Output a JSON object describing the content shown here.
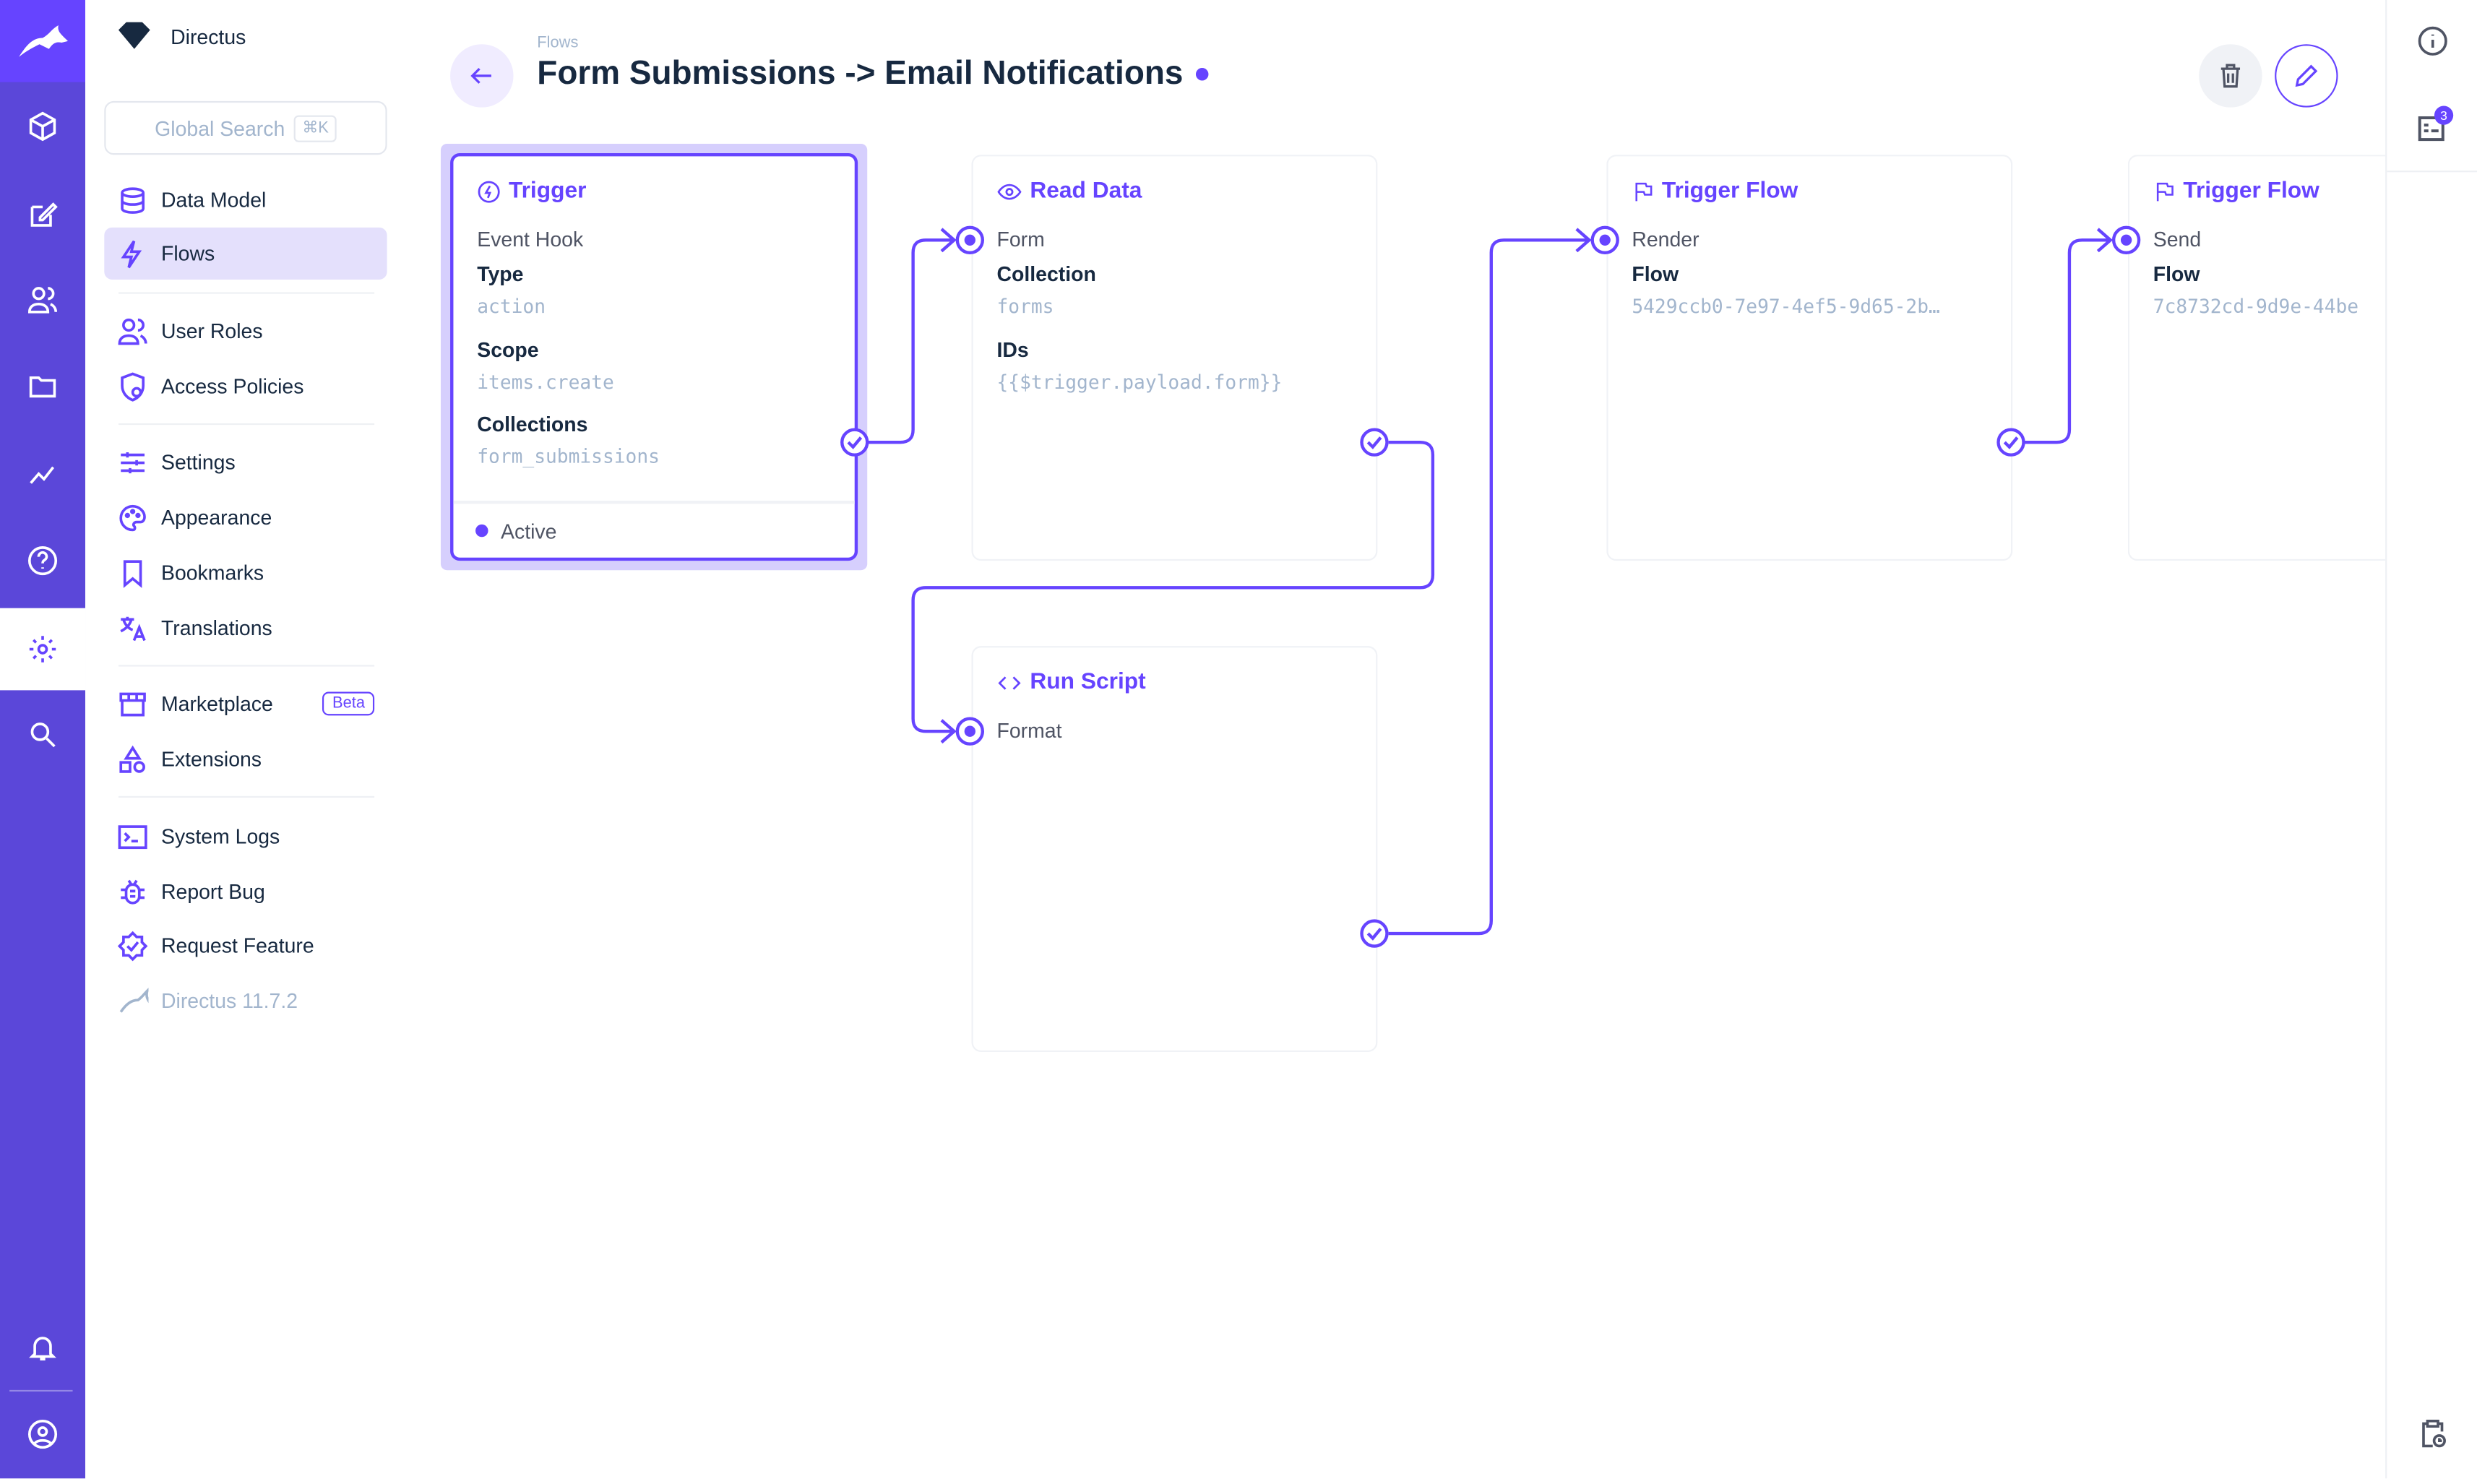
{
  "colors": {
    "accent": "#6644ff",
    "rail": "#5b47d9",
    "text": "#172940",
    "muted": "#a2b5cd"
  },
  "rail": {
    "items": [
      "box-icon",
      "edit-icon",
      "users-icon",
      "folder-icon",
      "insights-icon",
      "help-icon",
      "settings-icon",
      "search-icon"
    ],
    "active": "settings-icon"
  },
  "nav": {
    "project": "Directus",
    "search_placeholder": "Global Search",
    "search_shortcut": "⌘K",
    "items": [
      {
        "label": "Data Model",
        "icon": "database-icon"
      },
      {
        "label": "Flows",
        "icon": "bolt-icon",
        "active": true
      },
      {
        "label": "User Roles",
        "icon": "users-icon"
      },
      {
        "label": "Access Policies",
        "icon": "policy-icon"
      },
      {
        "label": "Settings",
        "icon": "tune-icon"
      },
      {
        "label": "Appearance",
        "icon": "palette-icon"
      },
      {
        "label": "Bookmarks",
        "icon": "bookmark-icon"
      },
      {
        "label": "Translations",
        "icon": "translate-icon"
      },
      {
        "label": "Marketplace",
        "icon": "store-icon",
        "badge": "Beta"
      },
      {
        "label": "Extensions",
        "icon": "extension-icon"
      },
      {
        "label": "System Logs",
        "icon": "terminal-icon"
      },
      {
        "label": "Report Bug",
        "icon": "bug-icon"
      },
      {
        "label": "Request Feature",
        "icon": "verified-icon"
      },
      {
        "label": "Directus 11.7.2",
        "icon": "directus-icon"
      }
    ]
  },
  "header": {
    "breadcrumb": "Flows",
    "title": "Form Submissions -> Email Notifications"
  },
  "nodes": {
    "trigger": {
      "title": "Trigger",
      "name": "Event Hook",
      "type_label": "Type",
      "type": "action",
      "scope_label": "Scope",
      "scope": "items.create",
      "collections_label": "Collections",
      "collections": "form_submissions",
      "status": "Active"
    },
    "read": {
      "title": "Read Data",
      "name": "Form",
      "collection_label": "Collection",
      "collection": "forms",
      "ids_label": "IDs",
      "ids": "{{$trigger.payload.form}}"
    },
    "script": {
      "title": "Run Script",
      "name": "Format"
    },
    "flow1": {
      "title": "Trigger Flow",
      "name": "Render",
      "flow_label": "Flow",
      "flow": "5429ccb0-7e97-4ef5-9d65-2b…"
    },
    "flow2": {
      "title": "Trigger Flow",
      "name": "Send",
      "flow_label": "Flow",
      "flow": "7c8732cd-9d9e-44be"
    }
  },
  "sidebar_right": {
    "revisions_badge": "3"
  }
}
